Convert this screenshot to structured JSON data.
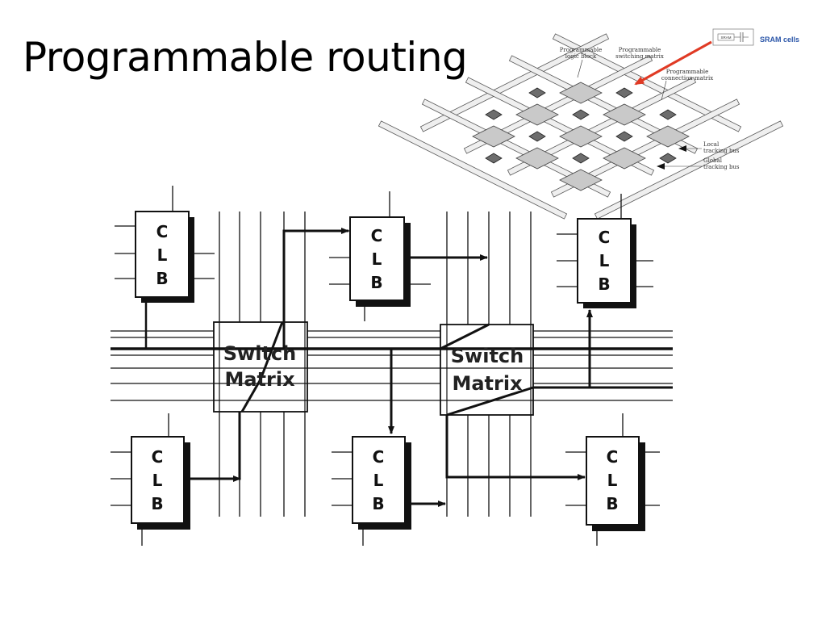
{
  "slide": {
    "title": "Programmable routing"
  },
  "inset": {
    "labels": {
      "logic_block": [
        "Programmable",
        "logic block"
      ],
      "switching_matrix": [
        "Programmable",
        "switching matrix"
      ],
      "connection_matrix": [
        "Programmable",
        "connection matrix"
      ],
      "local_bus": [
        "Local",
        "tracking bus"
      ],
      "global_bus": [
        "Global",
        "tracking bus"
      ]
    },
    "sram": {
      "title": "SRAM cells",
      "cell_label": "SRAM"
    }
  },
  "diagram": {
    "clb_lines": [
      "C",
      "L",
      "B"
    ],
    "switch_matrix_lines": [
      "Switch",
      "Matrix"
    ],
    "clb_count": 6,
    "switch_matrix_count": 2
  }
}
